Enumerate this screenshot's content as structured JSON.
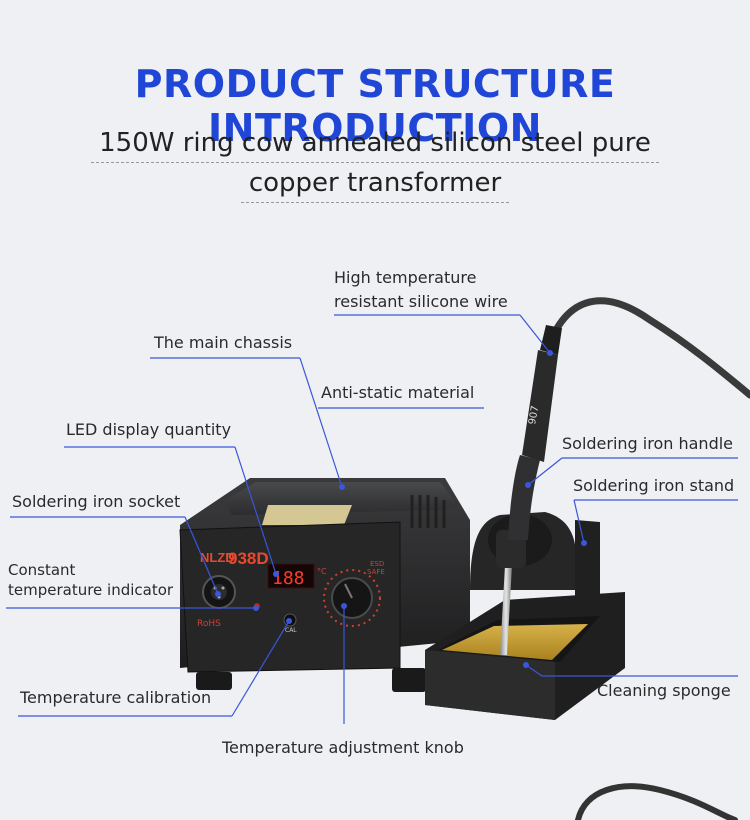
{
  "header": {
    "title": "PRODUCT STRUCTURE INTRODUCTION",
    "subtitle_line1": "150W ring cow annealed silicon steel pure",
    "subtitle_line2": "copper transformer"
  },
  "device": {
    "brand": "NLZD",
    "model": "938D",
    "display_reading": "188",
    "display_unit": "°C",
    "esd_line1": "ESD",
    "esd_line2": "SAFE",
    "rohs": "RoHS",
    "cal": "CAL",
    "handle_code": "907"
  },
  "labels": {
    "silicone_wire_1": "High temperature",
    "silicone_wire_2": "resistant silicone wire",
    "main_chassis": "The main chassis",
    "anti_static": "Anti-static material",
    "led_display": "LED display quantity",
    "iron_handle": "Soldering iron handle",
    "iron_socket": "Soldering iron socket",
    "iron_stand": "Soldering iron stand",
    "const_temp_1": "Constant",
    "const_temp_2": "temperature indicator",
    "cleaning_sponge": "Cleaning sponge",
    "temp_calibration": "Temperature calibration",
    "temp_knob": "Temperature adjustment knob"
  },
  "colors": {
    "title": "#1f46d6",
    "leader_line": "#3a56d9",
    "background": "#eef0f3",
    "device_body": "#2b2b2c",
    "led": "#ff3a2a",
    "sponge": "#c9a236"
  }
}
